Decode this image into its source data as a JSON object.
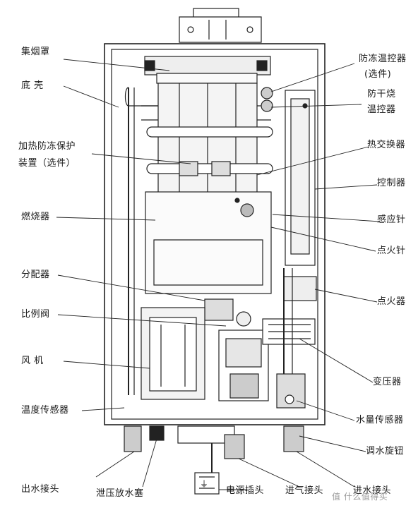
{
  "diagram": {
    "labels_left": [
      {
        "id": "fume-hood",
        "text": "集烟罩"
      },
      {
        "id": "base-shell",
        "text": "底    壳"
      },
      {
        "id": "heater-antifreeze-1",
        "text": "加热防冻保护"
      },
      {
        "id": "heater-antifreeze-2",
        "text": "装置（选件）"
      },
      {
        "id": "burner",
        "text": "燃烧器"
      },
      {
        "id": "distributor",
        "text": "分配器"
      },
      {
        "id": "proportional-valve",
        "text": "比例阀"
      },
      {
        "id": "fan",
        "text": "风    机"
      },
      {
        "id": "temp-sensor",
        "text": "温度传感器"
      }
    ],
    "labels_right": [
      {
        "id": "antifreeze-thermostat-1",
        "text": "防冻温控器"
      },
      {
        "id": "antifreeze-thermostat-2",
        "text": "(选件)"
      },
      {
        "id": "dry-burn-1",
        "text": "防干烧"
      },
      {
        "id": "dry-burn-2",
        "text": "温控器"
      },
      {
        "id": "heat-exchanger",
        "text": "热交换器"
      },
      {
        "id": "controller",
        "text": "控制器"
      },
      {
        "id": "sensing-needle",
        "text": "感应针"
      },
      {
        "id": "ignition-needle",
        "text": "点火针"
      },
      {
        "id": "igniter",
        "text": "点火器"
      },
      {
        "id": "transformer",
        "text": "变压器"
      },
      {
        "id": "water-flow-sensor",
        "text": "水量传感器"
      },
      {
        "id": "water-knob",
        "text": "调水旋钮"
      }
    ],
    "labels_bottom": [
      {
        "id": "water-outlet",
        "text": "出水接头"
      },
      {
        "id": "drain-plug",
        "text": "泄压放水塞"
      },
      {
        "id": "power-plug",
        "text": "电源插头"
      },
      {
        "id": "gas-inlet",
        "text": "进气接头"
      },
      {
        "id": "water-inlet",
        "text": "进水接头"
      }
    ],
    "watermark": "值 什么值得买",
    "ground_symbol": "⏚"
  }
}
